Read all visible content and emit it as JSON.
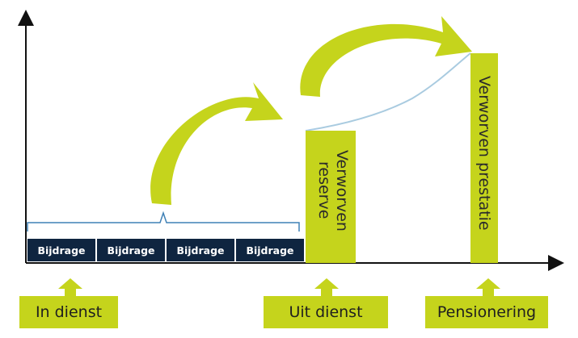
{
  "contributions": [
    "Bijdrage",
    "Bijdrage",
    "Bijdrage",
    "Bijdrage"
  ],
  "reserve_bar": {
    "line1": "Verworven",
    "line2": "reserve"
  },
  "pension_bar": {
    "text": "Verworven prestatie"
  },
  "milestones": [
    "In dienst",
    "Uit dienst",
    "Pensionering"
  ],
  "colors": {
    "accent": "#c5d41c",
    "contribution_bg": "#0f2540",
    "axis": "#111111",
    "growth_curve": "#a9cbe0"
  }
}
